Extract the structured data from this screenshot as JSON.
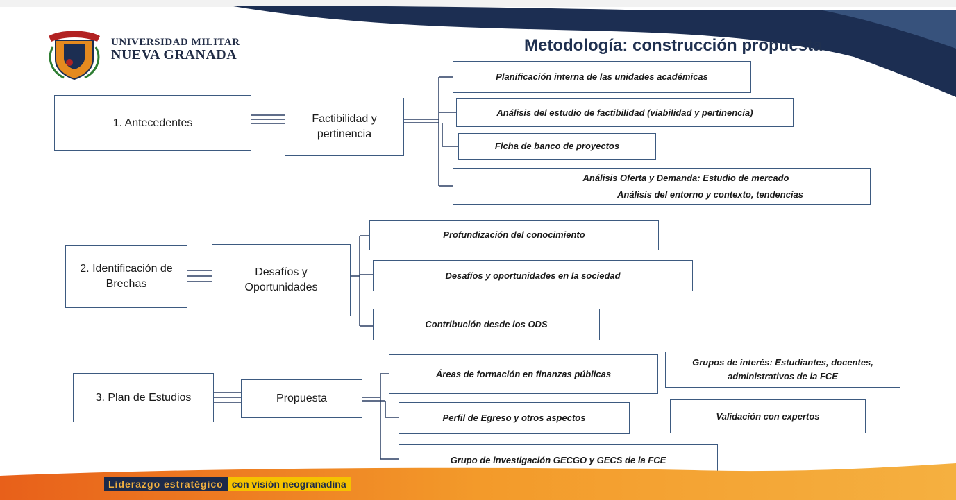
{
  "header": {
    "university_line1": "UNIVERSIDAD MILITAR",
    "university_line2": "NUEVA GRANADA",
    "slide_title": "Metodología: construcción propuesta"
  },
  "sections": [
    {
      "stage": "1. Antecedentes",
      "focus": "Factibilidad y pertinencia",
      "items": [
        "Planificación interna de las unidades académicas",
        "Análisis del estudio de factibilidad (viabilidad y pertinencia)",
        "Ficha de banco de proyectos",
        "Análisis Oferta y Demanda: Estudio de mercado",
        "Análisis del entorno y contexto, tendencias"
      ]
    },
    {
      "stage": "2. Identificación de Brechas",
      "focus": "Desafíos y Oportunidades",
      "items": [
        "Profundización del conocimiento",
        "Desafíos y oportunidades en la sociedad",
        "Contribución desde los ODS"
      ]
    },
    {
      "stage": "3. Plan de Estudios",
      "focus": "Propuesta",
      "items": [
        "Áreas de formación en finanzas públicas",
        "Perfil de Egreso y otros aspectos",
        "Grupo de investigación GECGO y GECS de la FCE"
      ],
      "side_notes": [
        "Grupos de interés: Estudiantes, docentes, administrativos de la FCE",
        "Validación con expertos"
      ]
    }
  ],
  "footer": {
    "slogan_part1": "Liderazgo estratégico",
    "slogan_part2": "con visión neogranadina"
  },
  "colors": {
    "navy": "#1f3050",
    "box_border": "#3d5a80",
    "orange": "#f07a1a",
    "gold": "#f5c200"
  }
}
